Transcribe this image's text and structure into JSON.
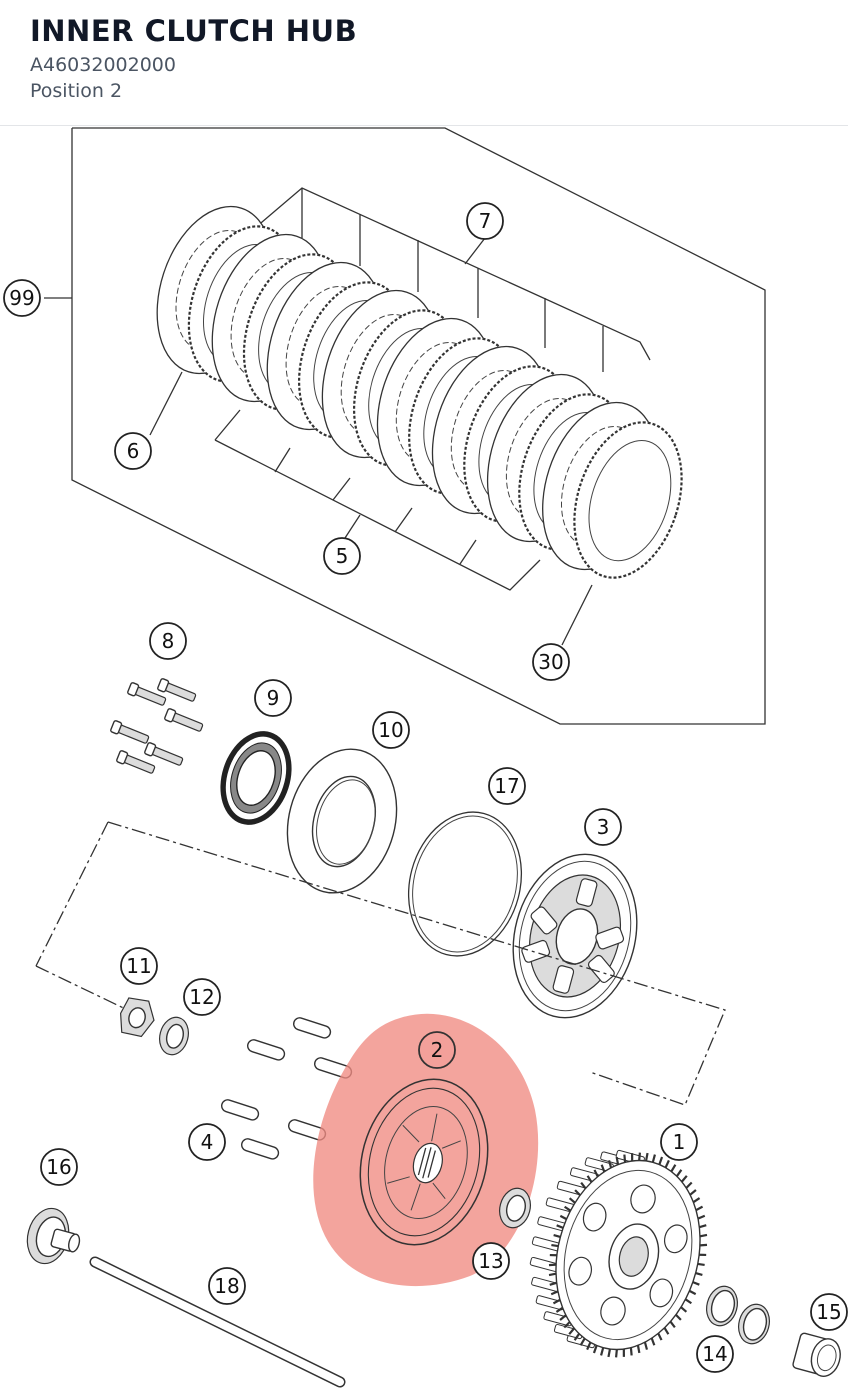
{
  "header": {
    "title": "INNER CLUTCH HUB",
    "part_number": "A46032002000",
    "position": "Position 2"
  },
  "diagram": {
    "highlight_color": "#f08a82",
    "highlighted_callout": "2",
    "callouts": [
      {
        "id": "c99",
        "label": "99"
      },
      {
        "id": "c7",
        "label": "7"
      },
      {
        "id": "c6",
        "label": "6"
      },
      {
        "id": "c5",
        "label": "5"
      },
      {
        "id": "c30",
        "label": "30"
      },
      {
        "id": "c8",
        "label": "8"
      },
      {
        "id": "c9",
        "label": "9"
      },
      {
        "id": "c10",
        "label": "10"
      },
      {
        "id": "c17",
        "label": "17"
      },
      {
        "id": "c3",
        "label": "3"
      },
      {
        "id": "c11",
        "label": "11"
      },
      {
        "id": "c12",
        "label": "12"
      },
      {
        "id": "c2",
        "label": "2"
      },
      {
        "id": "c4",
        "label": "4"
      },
      {
        "id": "c1",
        "label": "1"
      },
      {
        "id": "c16",
        "label": "16"
      },
      {
        "id": "c13",
        "label": "13"
      },
      {
        "id": "c18",
        "label": "18"
      },
      {
        "id": "c15",
        "label": "15"
      },
      {
        "id": "c14",
        "label": "14"
      }
    ]
  }
}
